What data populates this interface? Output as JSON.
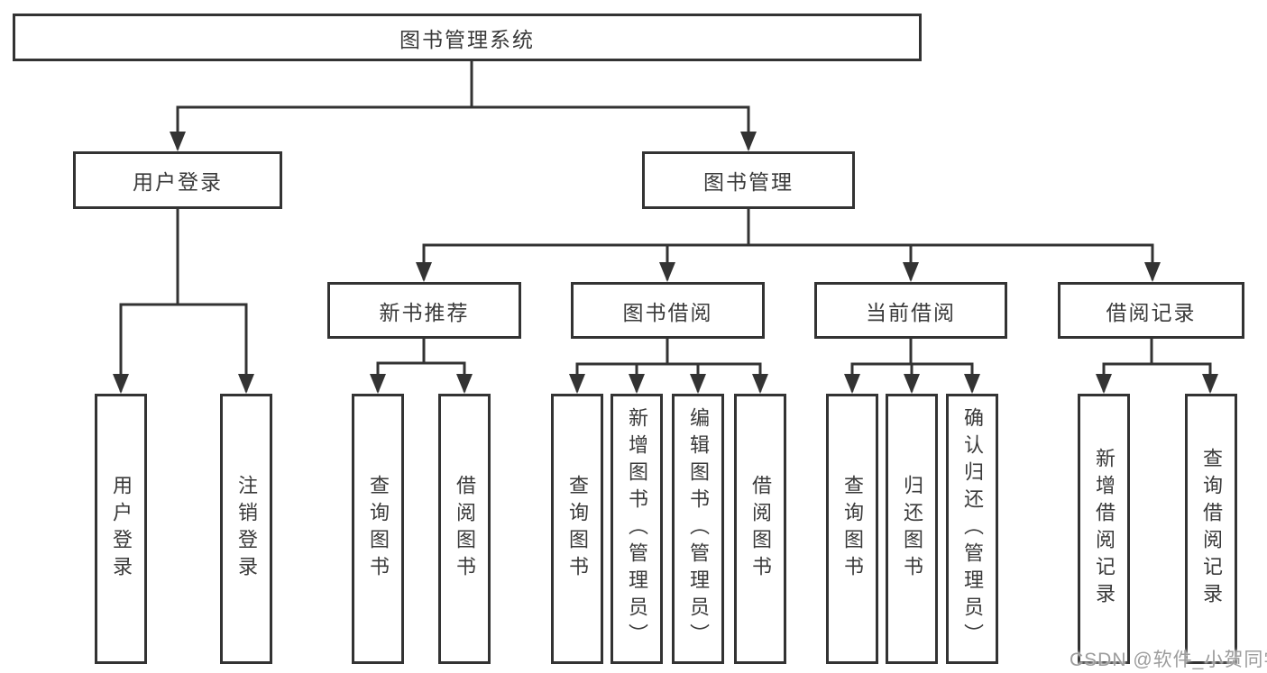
{
  "diagram_title": "图书管理系统",
  "tree": {
    "root": {
      "label": "图书管理系统",
      "children": [
        {
          "label": "用户登录",
          "children": [
            {
              "label": "用户登录"
            },
            {
              "label": "注销登录"
            }
          ]
        },
        {
          "label": "图书管理",
          "children": [
            {
              "label": "新书推荐",
              "children": [
                {
                  "label": "查询图书"
                },
                {
                  "label": "借阅图书"
                }
              ]
            },
            {
              "label": "图书借阅",
              "children": [
                {
                  "label": "查询图书"
                },
                {
                  "label": "新增图书（管理员）"
                },
                {
                  "label": "编辑图书（管理员）"
                },
                {
                  "label": "借阅图书"
                }
              ]
            },
            {
              "label": "当前借阅",
              "children": [
                {
                  "label": "查询图书"
                },
                {
                  "label": "归还图书"
                },
                {
                  "label": "确认归还（管理员）"
                }
              ]
            },
            {
              "label": "借阅记录",
              "children": [
                {
                  "label": "新增借阅记录"
                },
                {
                  "label": "查询借阅记录"
                }
              ]
            }
          ]
        }
      ]
    }
  },
  "watermark": {
    "text": "CSDN @软件_小贺同学"
  },
  "colors": {
    "line": "#333333",
    "box_border": "#333333",
    "text": "#3a3a3a",
    "watermark": "#9c9c9c",
    "background": "#ffffff"
  }
}
